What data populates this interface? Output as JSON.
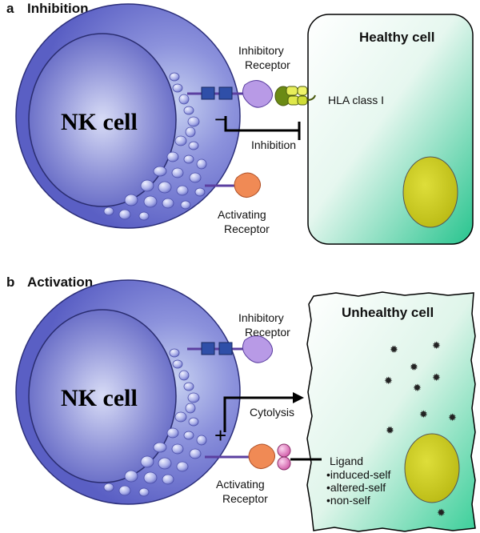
{
  "panel_a": {
    "letter": "a",
    "title": "Inhibition",
    "nk_label": "NK cell",
    "target_label": "Healthy cell",
    "inhibitory_receptor": [
      "Inhibitory",
      "Receptor"
    ],
    "activating_receptor": [
      "Activating",
      "Receptor"
    ],
    "ligand_label": "HLA class I",
    "signal_label": "Inhibition",
    "signal_symbol": "−"
  },
  "panel_b": {
    "letter": "b",
    "title": "Activation",
    "nk_label": "NK cell",
    "target_label": "Unhealthy cell",
    "inhibitory_receptor": [
      "Inhibitory",
      "Receptor"
    ],
    "activating_receptor": [
      "Activating",
      "Receptor"
    ],
    "signal_label": "Cytolysis",
    "signal_symbol": "+",
    "ligand_title": "Ligand",
    "ligand_items": [
      "•induced-self",
      "•altered-self",
      "•non-self"
    ]
  },
  "colors": {
    "nk_cell": "#6b6fcf",
    "nucleus": "#3a3e9e",
    "healthy_cell_gradient": "#2fc896",
    "target_nucleus": "#c8c81e",
    "inhibitory_receptor": "#b89ae6",
    "activating_receptor": "#f08a55",
    "hla_ligand": "#a9cc1e",
    "activating_ligand": "#e07cb8",
    "receptor_box": "#2f4fa8"
  }
}
